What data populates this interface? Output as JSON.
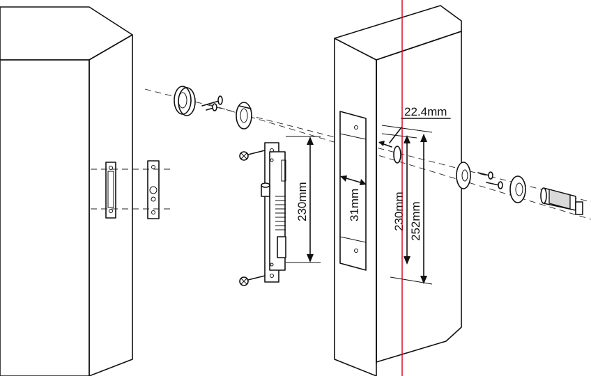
{
  "dimensions": {
    "backset": "22.4mm",
    "plate_length": "230mm",
    "faceplate_width": "31mm",
    "mortise_length": "230mm",
    "total_length": "252mm"
  },
  "colors": {
    "line": "#111111",
    "centerline": "#d0021b",
    "part_fill": "#d9d9d9",
    "background": "#ffffff"
  }
}
